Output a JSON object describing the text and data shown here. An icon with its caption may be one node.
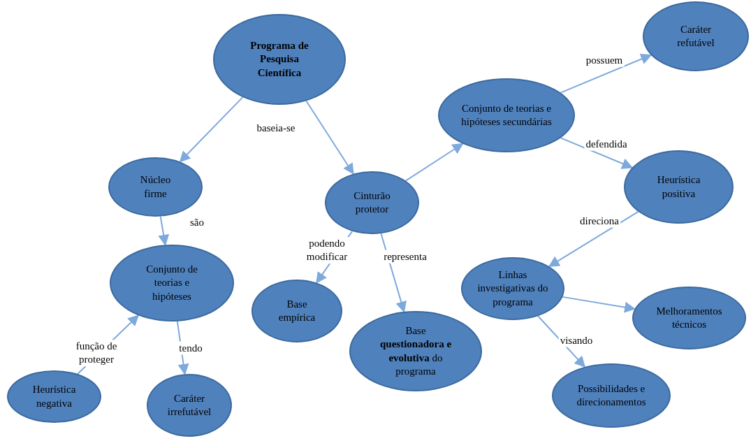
{
  "diagram": {
    "nodes": [
      {
        "text": [
          "Programa de Pesquisa Científica"
        ]
      },
      {
        "text": [
          "Caráter refutável"
        ]
      },
      {
        "text": [
          "Conjunto de teorias e hipóteses secundárias"
        ]
      },
      {
        "text": [
          "Núcleo firme"
        ]
      },
      {
        "text": [
          "Cinturão protetor"
        ]
      },
      {
        "text": [
          "Heurística positiva"
        ]
      },
      {
        "text": [
          "Conjunto de teorias e hipóteses"
        ]
      },
      {
        "text": [
          "Base empírica"
        ]
      },
      {
        "text": [
          "Base **questionadora e evolutiva** do programa"
        ]
      },
      {
        "text": [
          "Linhas investigativas do programa"
        ]
      },
      {
        "text": [
          "Melhoramentos técnicos"
        ]
      },
      {
        "text": [
          "Heurística negativa"
        ]
      },
      {
        "text": [
          "Caráter irrefutável"
        ]
      },
      {
        "text": [
          "Possibilidades e direcionamentos"
        ]
      }
    ],
    "edges": [
      {
        "from": 0,
        "to": 3,
        "arrow": "to",
        "label": "baseia-se"
      },
      {
        "from": 0,
        "to": 4,
        "arrow": "to"
      },
      {
        "from": 3,
        "to": 6,
        "arrow": "to",
        "label": "são"
      },
      {
        "from": 4,
        "to": 2,
        "arrow": "to"
      },
      {
        "from": 2,
        "to": 1,
        "arrow": "to",
        "label": "possuem"
      },
      {
        "from": 2,
        "to": 5,
        "arrow": "to",
        "label": "defendida"
      },
      {
        "from": 5,
        "to": 9,
        "arrow": "to",
        "label": "direciona"
      },
      {
        "from": 4,
        "to": 7,
        "arrow": "to",
        "label": "podendo modificar"
      },
      {
        "from": 4,
        "to": 8,
        "arrow": "to",
        "label": "representa"
      },
      {
        "from": 9,
        "to": 10,
        "arrow": "to"
      },
      {
        "from": 9,
        "to": 13,
        "arrow": "to",
        "label": "visando"
      },
      {
        "from": 11,
        "to": 6,
        "arrow": "to",
        "label": "função de proteger"
      },
      {
        "from": 6,
        "to": 12,
        "arrow": "to",
        "label": "tendo"
      }
    ]
  }
}
